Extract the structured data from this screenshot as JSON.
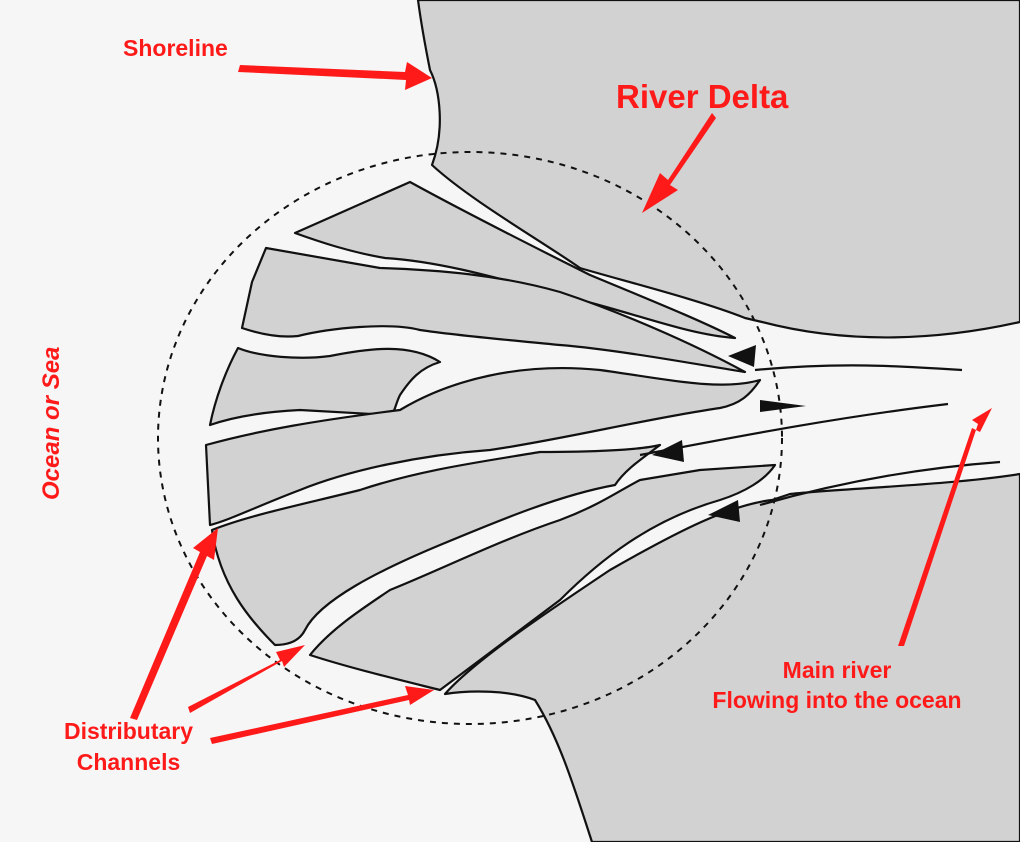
{
  "labels": {
    "shoreline": "Shoreline",
    "river_delta": "River Delta",
    "ocean": "Ocean or Sea",
    "channels_line1": "Distributary",
    "channels_line2": "Channels",
    "main_river_line1": "Main river",
    "main_river_line2": "Flowing into the ocean"
  },
  "colors": {
    "land": "#d2d2d2",
    "water": "#f6f6f6",
    "outline": "#111111",
    "annotation": "#ff1a1a"
  }
}
